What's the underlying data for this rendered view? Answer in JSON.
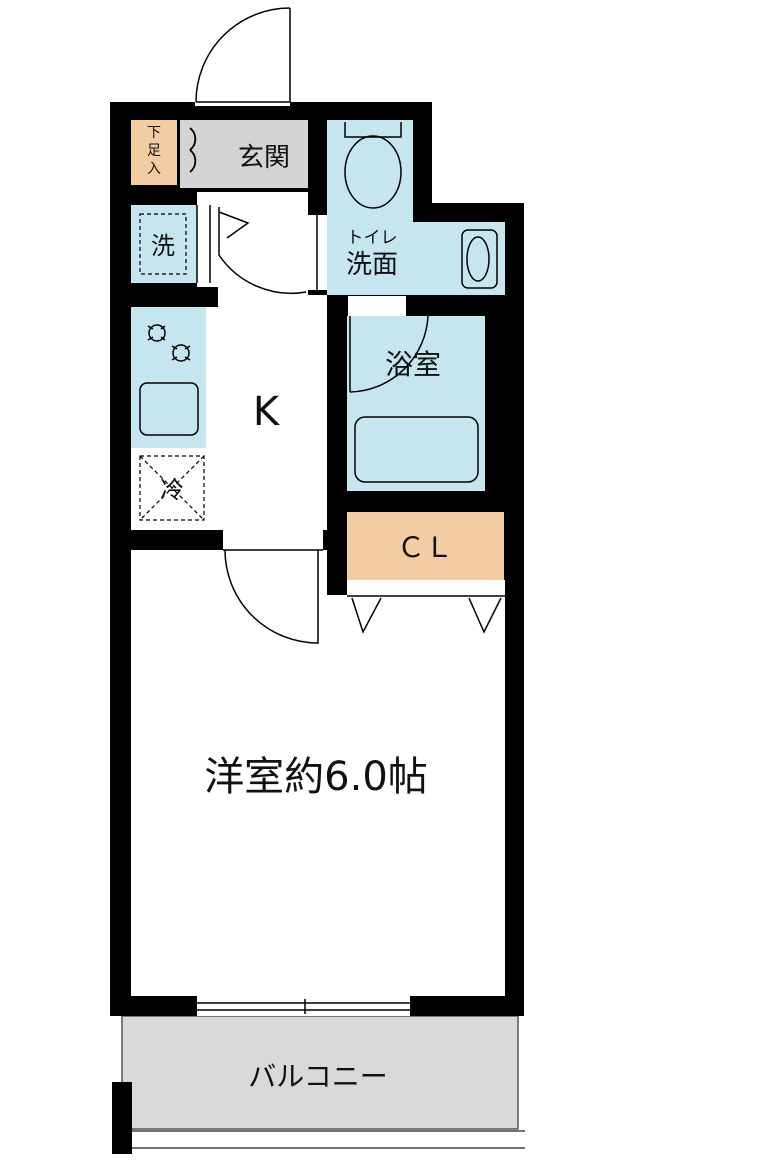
{
  "rooms": {
    "shoe_storage": "下足入",
    "entrance": "玄関",
    "toilet": "トイレ",
    "washroom": "洗面",
    "washer": "洗",
    "kitchen": "K",
    "bathroom": "浴室",
    "fridge": "冷",
    "closet": "ＣＬ",
    "western_room": "洋室約6.0帖",
    "balcony": "バルコニー"
  },
  "colors": {
    "wall": "#000000",
    "wet_area": "#c6e6ef",
    "storage": "#f2cda3",
    "entrance_floor": "#d4d4d4",
    "balcony": "#d9d9d9",
    "room_floor": "#ffffff"
  }
}
